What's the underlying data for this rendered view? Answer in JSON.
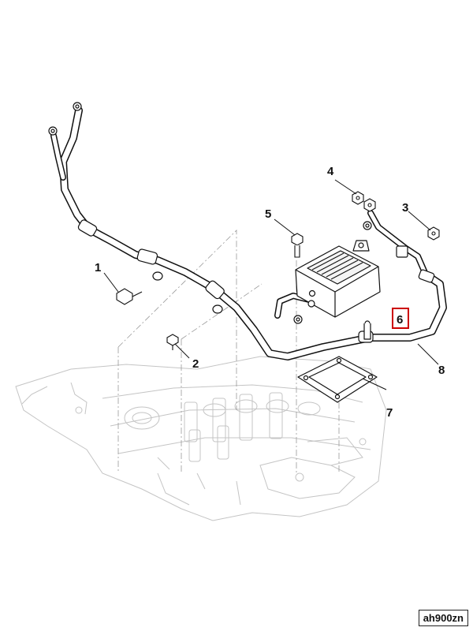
{
  "callouts": [
    {
      "label": "1"
    },
    {
      "label": "2"
    },
    {
      "label": "3"
    },
    {
      "label": "4"
    },
    {
      "label": "5"
    },
    {
      "label": "6"
    },
    {
      "label": "7"
    },
    {
      "label": "8"
    }
  ],
  "highlight_color": "#cc0000",
  "reference_code": "ah900zn"
}
